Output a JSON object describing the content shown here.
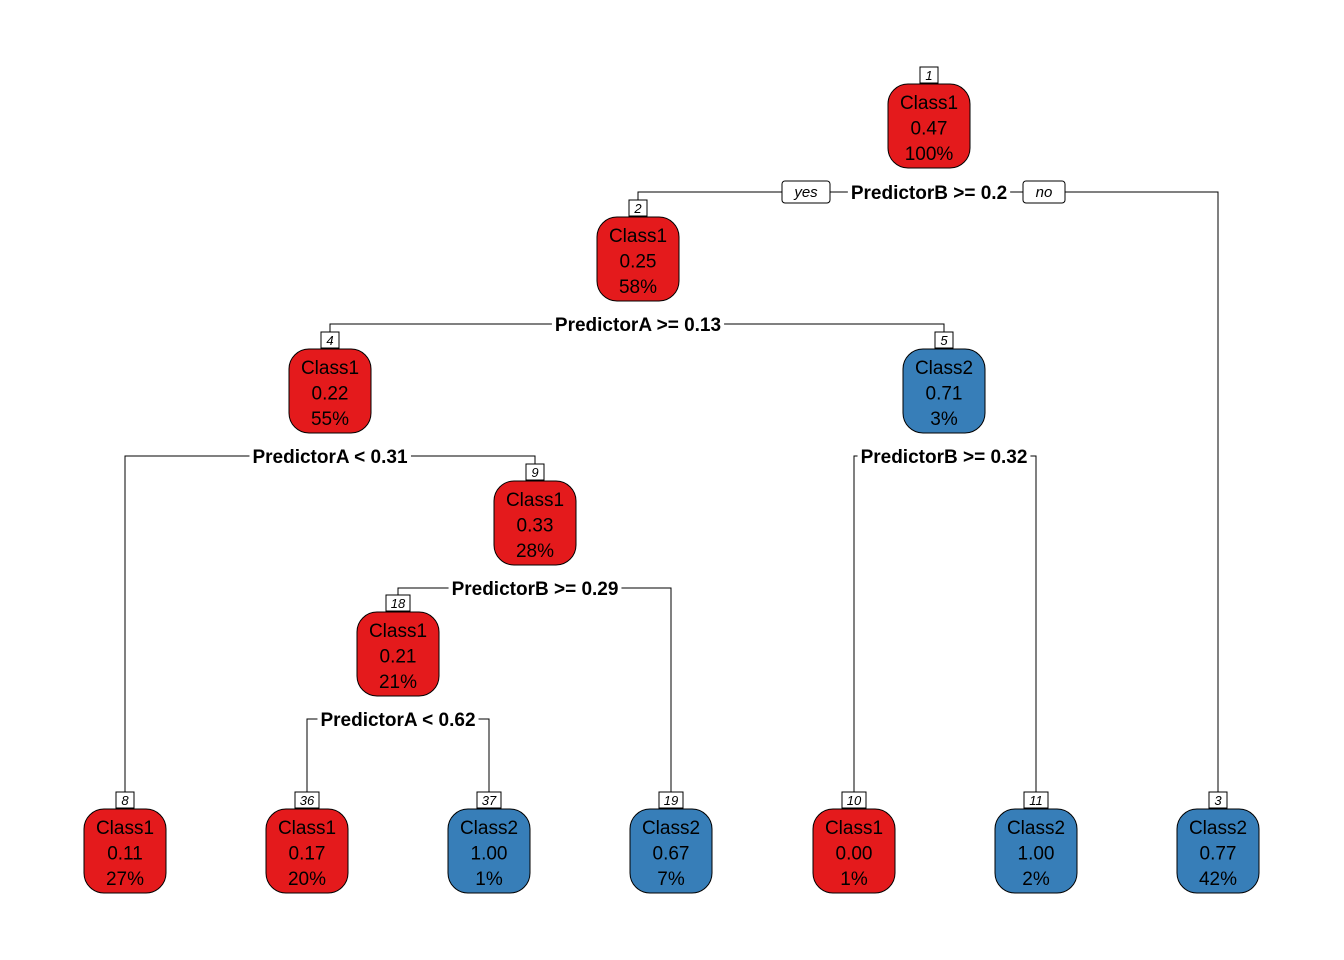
{
  "colors": {
    "Class1": "#e41a1c",
    "Class2": "#377eb8"
  },
  "edge_labels": {
    "yes": "yes",
    "no": "no"
  },
  "nodes": [
    {
      "id": "1",
      "cls": "Class1",
      "prob": "0.47",
      "pct": "100%",
      "split": "PredictorB >= 0.2"
    },
    {
      "id": "2",
      "cls": "Class1",
      "prob": "0.25",
      "pct": "58%",
      "split": "PredictorA >= 0.13"
    },
    {
      "id": "3",
      "cls": "Class2",
      "prob": "0.77",
      "pct": "42%",
      "split": ""
    },
    {
      "id": "4",
      "cls": "Class1",
      "prob": "0.22",
      "pct": "55%",
      "split": "PredictorA < 0.31"
    },
    {
      "id": "5",
      "cls": "Class2",
      "prob": "0.71",
      "pct": "3%",
      "split": "PredictorB >= 0.32"
    },
    {
      "id": "8",
      "cls": "Class1",
      "prob": "0.11",
      "pct": "27%",
      "split": ""
    },
    {
      "id": "9",
      "cls": "Class1",
      "prob": "0.33",
      "pct": "28%",
      "split": "PredictorB >= 0.29"
    },
    {
      "id": "10",
      "cls": "Class1",
      "prob": "0.00",
      "pct": "1%",
      "split": ""
    },
    {
      "id": "11",
      "cls": "Class2",
      "prob": "1.00",
      "pct": "2%",
      "split": ""
    },
    {
      "id": "18",
      "cls": "Class1",
      "prob": "0.21",
      "pct": "21%",
      "split": "PredictorA < 0.62"
    },
    {
      "id": "19",
      "cls": "Class2",
      "prob": "0.67",
      "pct": "7%",
      "split": ""
    },
    {
      "id": "36",
      "cls": "Class1",
      "prob": "0.17",
      "pct": "20%",
      "split": ""
    },
    {
      "id": "37",
      "cls": "Class2",
      "prob": "1.00",
      "pct": "1%",
      "split": ""
    }
  ]
}
